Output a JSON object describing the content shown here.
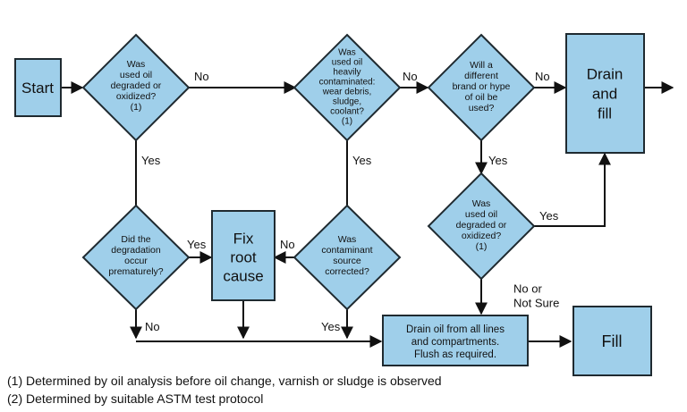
{
  "colors": {
    "node_fill": "#9fcfea",
    "stroke": "#1f2a30",
    "line": "#111111"
  },
  "nodes": {
    "start": "Start",
    "q1": [
      "Was",
      "used oil",
      "degraded or",
      "oxidized?",
      "(1)"
    ],
    "q2": [
      "Was",
      "used oil",
      "heavily",
      "contaminated:",
      "wear debris,",
      "sludge,",
      "coolant?",
      "(1)"
    ],
    "q3": [
      "Will a",
      "different",
      "brand or hype",
      "of oil be",
      "used?"
    ],
    "drain_fill": [
      "Drain",
      "and",
      "fill"
    ],
    "q4": [
      "Did the",
      "degradation",
      "occur",
      "prematurely?"
    ],
    "fix": [
      "Fix",
      "root",
      "cause"
    ],
    "q5": [
      "Was",
      "contaminant",
      "source",
      "corrected?"
    ],
    "q6": [
      "Was",
      "used oil",
      "degraded or",
      "oxidized?",
      "(1)"
    ],
    "drain_lines": [
      "Drain oil from all lines",
      "and compartments.",
      "Flush as required."
    ],
    "fill": "Fill"
  },
  "edge_labels": {
    "q1_no": "No",
    "q2_no": "No",
    "q3_no": "No",
    "q1_yes": "Yes",
    "q2_yes": "Yes",
    "q3_yes": "Yes",
    "q4_yes": "Yes",
    "q5_no": "No",
    "q6_yes": "Yes",
    "q6_no": [
      "No or",
      "Not Sure"
    ],
    "q4_no": "No",
    "q5_yes": "Yes"
  },
  "notes": {
    "note1": "(1) Determined by oil analysis before oil change, varnish or sludge is observed",
    "note2": "(2) Determined by suitable ASTM test protocol"
  }
}
